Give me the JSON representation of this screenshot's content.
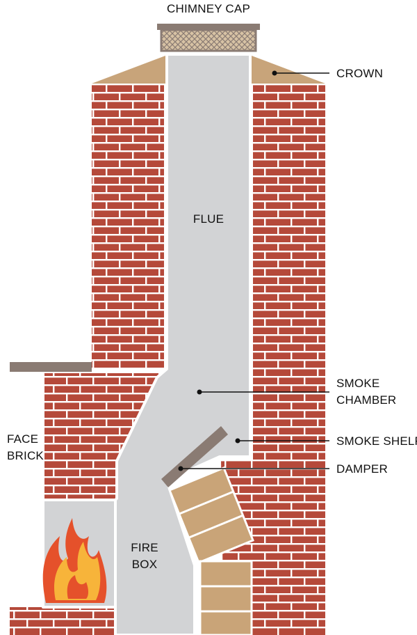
{
  "diagram": {
    "labels": {
      "chimney_cap": "CHIMNEY CAP",
      "crown": "CROWN",
      "flue": "FLUE",
      "smoke_chamber_1": "SMOKE",
      "smoke_chamber_2": "CHAMBER",
      "smoke_shelf": "SMOKE SHELF",
      "damper": "DAMPER",
      "face_brick_1": "FACE",
      "face_brick_2": "BRICK",
      "fire_box_1": "FIRE",
      "fire_box_2": "BOX"
    },
    "colors": {
      "brick": "#b5493a",
      "mortar": "#ffffff",
      "flue": "#d2d3d5",
      "crown": "#c8a47a",
      "cap": "#8a7b73",
      "mantel": "#8a7b73",
      "firebrick": "#c9a478",
      "flame_outer": "#e5512b",
      "flame_inner": "#f7b43a"
    }
  }
}
